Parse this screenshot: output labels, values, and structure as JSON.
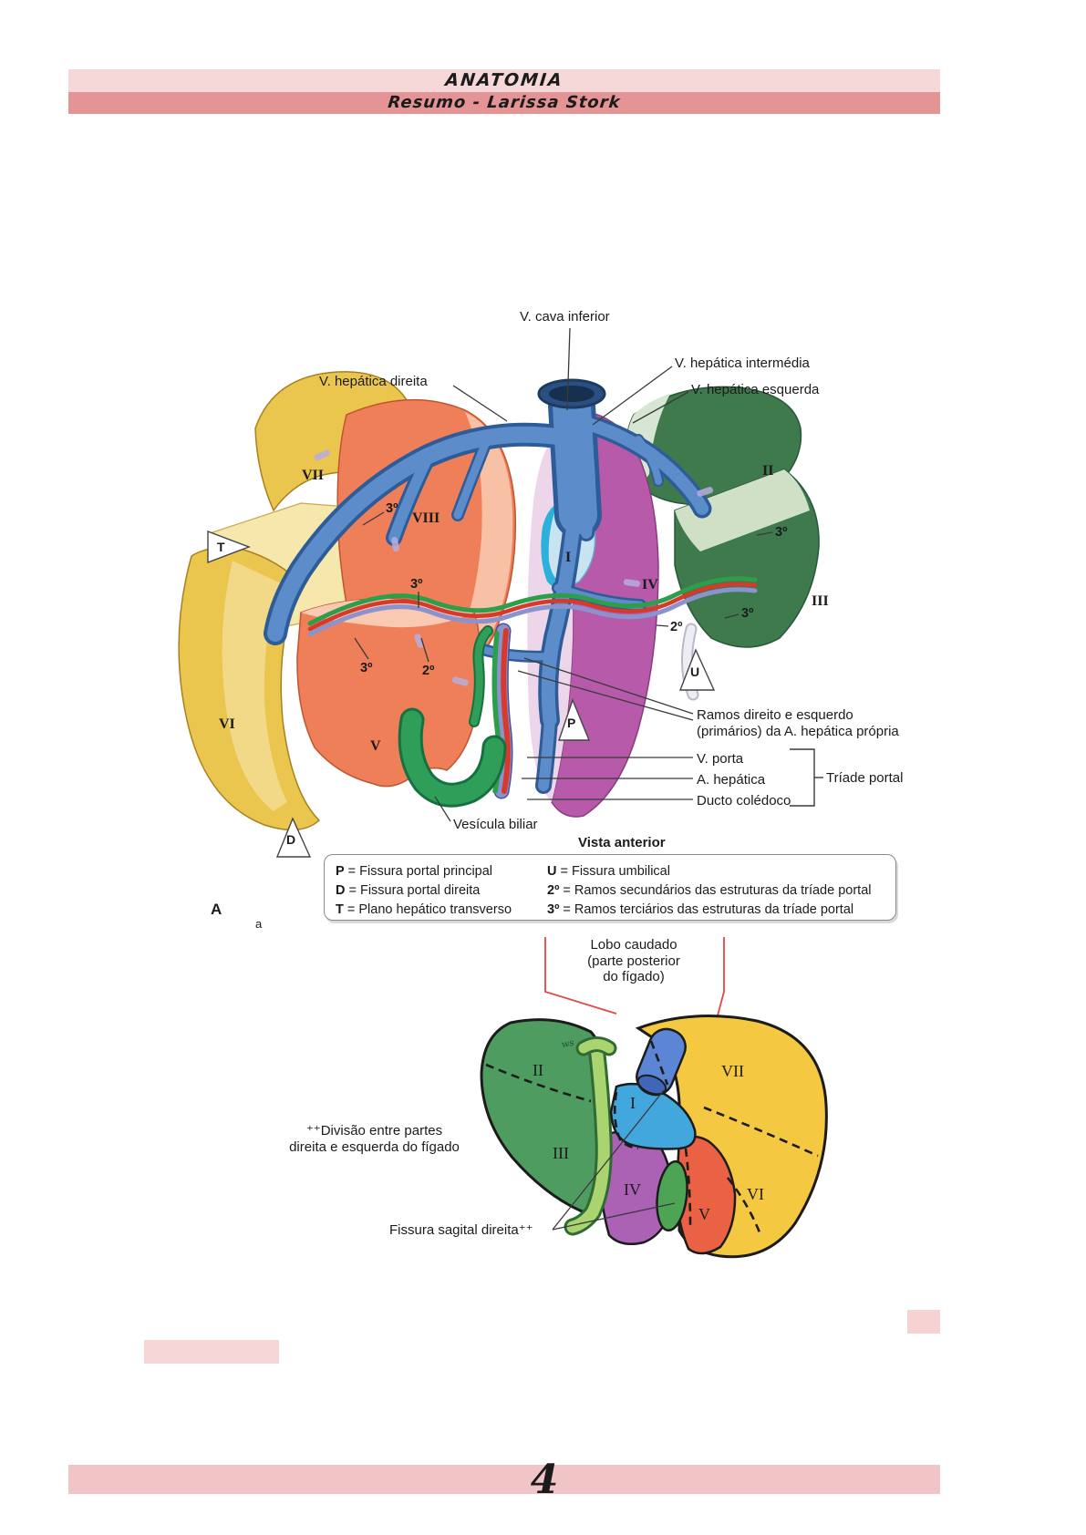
{
  "header": {
    "title": "ANATOMIA",
    "subtitle": "Resumo - Larissa Stork"
  },
  "figure1": {
    "vessel_labels": {
      "cava": "V. cava inferior",
      "direita": "V. hepática direita",
      "intermedia": "V. hepática intermédia",
      "esquerda": "V. hepática esquerda"
    },
    "segments": {
      "s1": "I",
      "s2": "II",
      "s3": "III",
      "s4": "IV",
      "s5": "V",
      "s6": "VI",
      "s7": "VII",
      "s8": "VIII"
    },
    "markers": {
      "secondary": "2º",
      "tertiary": "3º",
      "p": "P",
      "d": "D",
      "t": "T",
      "u": "U"
    },
    "hilum_labels": {
      "ramos_line1": "Ramos direito e esquerdo",
      "ramos_line2": "(primários) da A. hepática própria",
      "v_porta": "V. porta",
      "a_hepatica": "A. hepática",
      "ducto_coledoco": "Ducto colédoco",
      "triade_portal": "Tríade portal",
      "vesicula_biliar": "Vesícula biliar"
    },
    "view_caption": "Vista anterior",
    "panel_letter": "A",
    "legend": {
      "rows": [
        {
          "key1": "P",
          "text1": "= Fissura portal principal",
          "key2": "U",
          "text2": "= Fissura umbilical"
        },
        {
          "key1": "D",
          "text1": "= Fissura portal direita",
          "key2": "2º",
          "text2": "= Ramos secundários das estruturas da tríade portal"
        },
        {
          "key1": "T",
          "text1": "= Plano hepático transverso",
          "key2": "3º",
          "text2": "= Ramos terciários das estruturas da tríade portal"
        }
      ]
    }
  },
  "figure2": {
    "caudate_label": {
      "line1": "Lobo caudado",
      "line2": "(parte posterior",
      "line3": "do fígado)"
    },
    "division_label": {
      "line1": "⁺⁺Divisão entre partes",
      "line2": "direita e esquerda do fígado"
    },
    "fissure_label": "Fissura sagital direita⁺⁺",
    "segments": {
      "s1": "I",
      "s2": "II",
      "s3": "III",
      "s4": "IV",
      "s5": "V",
      "s6": "VI",
      "s7": "VII"
    },
    "artist_mark": "ws",
    "stray_char": "a"
  },
  "footer": {
    "page_number": "4"
  },
  "colors": {
    "banner_light": "#f7d8d8",
    "banner_dark": "#e49495",
    "banner_bottom": "#f1c5c5",
    "callout_red": "#e04848",
    "segment_yellow": "#eac64f",
    "segment_salmon": "#ee7f58",
    "segment_green_dark": "#3f7a4d",
    "segment_magenta": "#b65aa9",
    "segment_blue_light": "#c8e4f1",
    "vein_blue": "#5c8cc9",
    "artery_red": "#d63a2c",
    "bile_green": "#2f9e4b",
    "portal_violet": "#8b93cf"
  }
}
